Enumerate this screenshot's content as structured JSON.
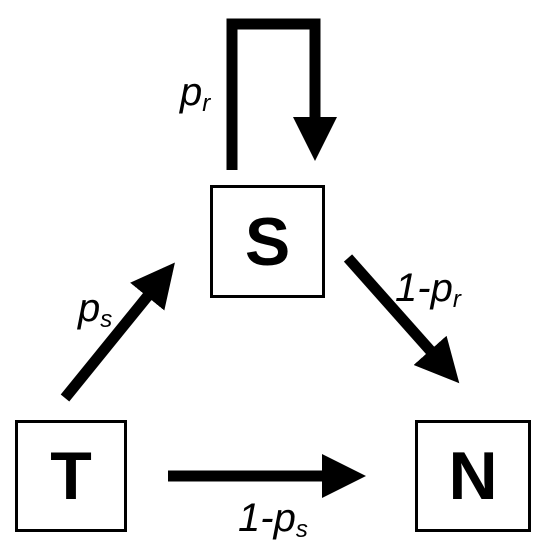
{
  "nodes": {
    "s": "S",
    "t": "T",
    "n": "N"
  },
  "edges": {
    "s_self": {
      "base": "p",
      "sub": "r"
    },
    "s_to_n": {
      "prefix": "1-",
      "base": "p",
      "sub": "r"
    },
    "t_to_s": {
      "base": "p",
      "sub": "s"
    },
    "t_to_n": {
      "prefix": "1-",
      "base": "p",
      "sub": "s"
    }
  },
  "colors": {
    "stroke": "#000000",
    "background": "#ffffff"
  }
}
